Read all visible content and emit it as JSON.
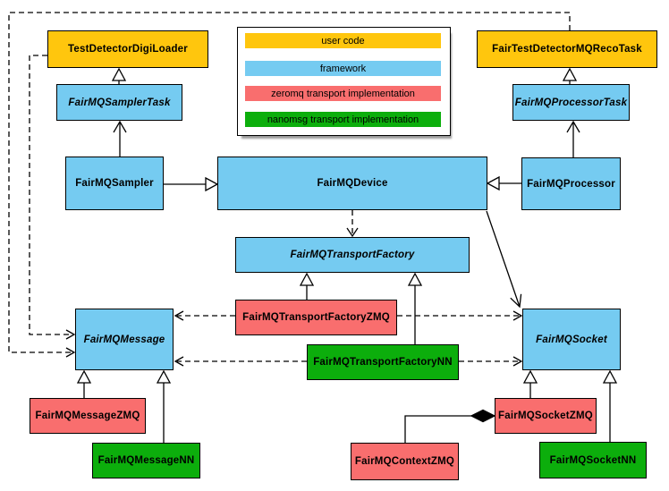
{
  "colors": {
    "user_code": "#ffc60d",
    "framework": "#75cbf1",
    "zeromq": "#f96e6e",
    "nanomsg": "#0cae0c",
    "line": "#000000",
    "background": "#ffffff"
  },
  "legend": {
    "items": [
      {
        "label": "user code",
        "color": "#ffc60d"
      },
      {
        "label": "framework",
        "color": "#75cbf1"
      },
      {
        "label": "zeromq transport implementation",
        "color": "#f96e6e"
      },
      {
        "label": "nanomsg transport implementation",
        "color": "#0cae0c"
      }
    ]
  },
  "nodes": {
    "test_detector_digi_loader": {
      "label": "TestDetectorDigiLoader",
      "category": "user code",
      "abstract": false
    },
    "fair_test_detector_mq_reco_task": {
      "label": "FairTestDetectorMQRecoTask",
      "category": "user code",
      "abstract": false
    },
    "fairmq_sampler_task": {
      "label": "FairMQSamplerTask",
      "category": "framework",
      "abstract": true
    },
    "fairmq_processor_task": {
      "label": "FairMQProcessorTask",
      "category": "framework",
      "abstract": true
    },
    "fairmq_sampler": {
      "label": "FairMQSampler",
      "category": "framework",
      "abstract": false
    },
    "fairmq_device": {
      "label": "FairMQDevice",
      "category": "framework",
      "abstract": false
    },
    "fairmq_processor": {
      "label": "FairMQProcessor",
      "category": "framework",
      "abstract": false
    },
    "fairmq_transport_factory": {
      "label": "FairMQTransportFactory",
      "category": "framework",
      "abstract": true
    },
    "fairmq_transport_factory_zmq": {
      "label": "FairMQTransportFactoryZMQ",
      "category": "zeromq transport implementation",
      "abstract": false
    },
    "fairmq_transport_factory_nn": {
      "label": "FairMQTransportFactoryNN",
      "category": "nanomsg transport implementation",
      "abstract": false
    },
    "fairmq_message": {
      "label": "FairMQMessage",
      "category": "framework",
      "abstract": true
    },
    "fairmq_socket": {
      "label": "FairMQSocket",
      "category": "framework",
      "abstract": true
    },
    "fairmq_message_zmq": {
      "label": "FairMQMessageZMQ",
      "category": "zeromq transport implementation",
      "abstract": false
    },
    "fairmq_message_nn": {
      "label": "FairMQMessageNN",
      "category": "nanomsg transport implementation",
      "abstract": false
    },
    "fairmq_socket_zmq": {
      "label": "FairMQSocketZMQ",
      "category": "zeromq transport implementation",
      "abstract": false
    },
    "fairmq_socket_nn": {
      "label": "FairMQSocketNN",
      "category": "nanomsg transport implementation",
      "abstract": false
    },
    "fairmq_context_zmq": {
      "label": "FairMQContextZMQ",
      "category": "zeromq transport implementation",
      "abstract": false
    }
  },
  "edges": [
    {
      "from": "FairMQSamplerTask",
      "to": "TestDetectorDigiLoader",
      "type": "generalization-triangle",
      "style": "solid"
    },
    {
      "from": "FairMQSampler",
      "to": "FairMQSamplerTask",
      "type": "open-arrow",
      "style": "solid"
    },
    {
      "from": "FairMQSampler",
      "to": "FairMQDevice",
      "type": "generalization-triangle",
      "style": "solid"
    },
    {
      "from": "FairMQProcessorTask",
      "to": "FairTestDetectorMQRecoTask",
      "type": "generalization-triangle",
      "style": "solid"
    },
    {
      "from": "FairMQProcessor",
      "to": "FairMQProcessorTask",
      "type": "open-arrow",
      "style": "solid"
    },
    {
      "from": "FairMQProcessor",
      "to": "FairMQDevice",
      "type": "generalization-triangle",
      "style": "solid"
    },
    {
      "from": "FairMQDevice",
      "to": "FairMQTransportFactory",
      "type": "open-arrow",
      "style": "dashed"
    },
    {
      "from": "FairMQDevice",
      "to": "FairMQSocket",
      "type": "open-arrow",
      "style": "solid"
    },
    {
      "from": "TestDetectorDigiLoader",
      "to": "FairMQMessage",
      "type": "open-arrow",
      "style": "dashed"
    },
    {
      "from": "FairTestDetectorMQRecoTask",
      "to": "FairMQMessage",
      "type": "open-arrow",
      "style": "dashed"
    },
    {
      "from": "FairMQTransportFactoryZMQ",
      "to": "FairMQTransportFactory",
      "type": "generalization-triangle",
      "style": "solid"
    },
    {
      "from": "FairMQTransportFactoryNN",
      "to": "FairMQTransportFactory",
      "type": "generalization-triangle",
      "style": "solid"
    },
    {
      "from": "FairMQTransportFactoryZMQ",
      "to": "FairMQMessage",
      "type": "open-arrow",
      "style": "dashed"
    },
    {
      "from": "FairMQTransportFactoryZMQ",
      "to": "FairMQSocket",
      "type": "open-arrow",
      "style": "dashed"
    },
    {
      "from": "FairMQTransportFactoryNN",
      "to": "FairMQMessage",
      "type": "open-arrow",
      "style": "dashed"
    },
    {
      "from": "FairMQTransportFactoryNN",
      "to": "FairMQSocket",
      "type": "open-arrow",
      "style": "dashed"
    },
    {
      "from": "FairMQMessageZMQ",
      "to": "FairMQMessage",
      "type": "generalization-triangle",
      "style": "solid"
    },
    {
      "from": "FairMQMessageNN",
      "to": "FairMQMessage",
      "type": "generalization-triangle",
      "style": "solid"
    },
    {
      "from": "FairMQSocketZMQ",
      "to": "FairMQSocket",
      "type": "generalization-triangle",
      "style": "solid"
    },
    {
      "from": "FairMQSocketNN",
      "to": "FairMQSocket",
      "type": "generalization-triangle",
      "style": "solid"
    },
    {
      "from": "FairMQContextZMQ",
      "to": "FairMQSocketZMQ",
      "type": "composition-diamond",
      "style": "solid"
    }
  ]
}
